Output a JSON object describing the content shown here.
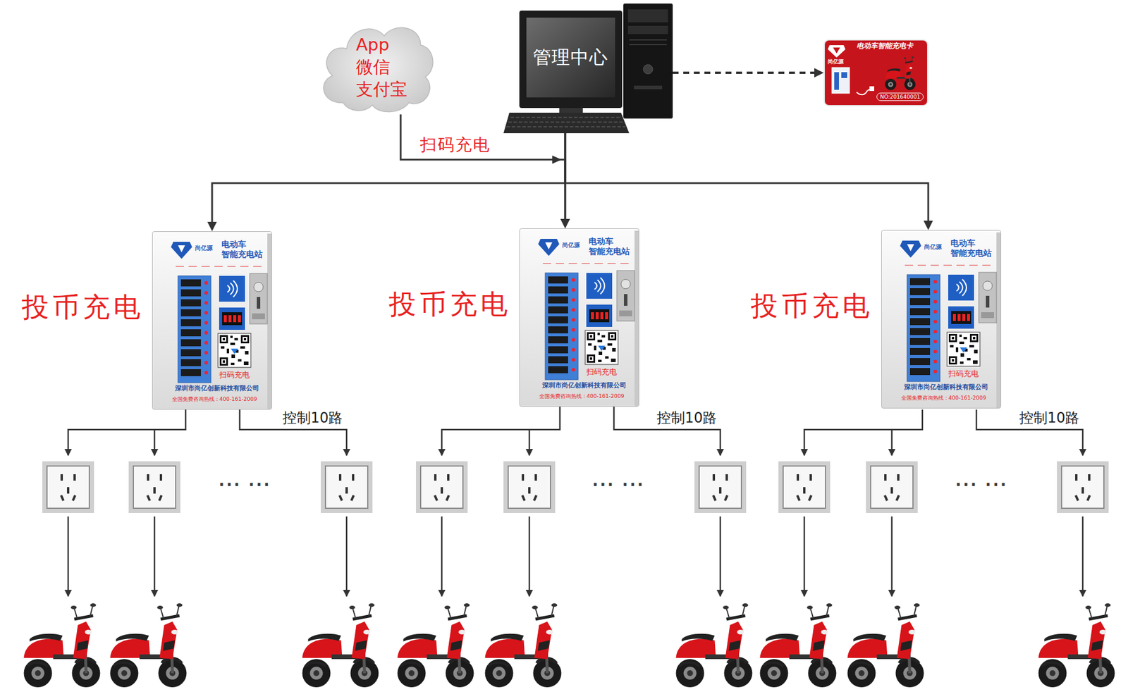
{
  "diagram": {
    "nodes": [
      {
        "text": [
          "App 微信 支付宝"
        ]
      },
      {
        "text": [
          "管理中心"
        ]
      },
      {
        "text": [
          "电动车智能充电卡",
          "尚亿源",
          "NO:201640001"
        ]
      },
      {
        "text": [
          "投币充电",
          "尚亿源",
          "电动车 智能充电站",
          "扫码充电",
          "深圳市尚亿创新科技有限公司",
          "全国免费咨询热线：400-161-2009"
        ]
      },
      {
        "text": [
          "投币充电",
          "尚亿源",
          "电动车 智能充电站",
          "扫码充电",
          "深圳市尚亿创新科技有限公司",
          "全国免费咨询热线：400-161-2009"
        ]
      },
      {
        "text": [
          "投币充电",
          "尚亿源",
          "电动车 智能充电站",
          "扫码充电",
          "深圳市尚亿创新科技有限公司",
          "全国免费咨询热线：400-161-2009"
        ]
      }
    ],
    "edges": [
      {
        "from": 1,
        "to": 2,
        "arrow": "to"
      },
      {
        "from": 1,
        "to": 3,
        "arrow": "to"
      },
      {
        "from": 1,
        "to": 4,
        "arrow": "to"
      },
      {
        "from": 1,
        "to": 5,
        "arrow": "to"
      },
      {
        "from": 0,
        "to": 4,
        "label": "扫码充电",
        "arrow": "to"
      }
    ],
    "labels": [
      "控制10路",
      "控制10路",
      "控制10路",
      "··· ···",
      "··· ···",
      "··· ···"
    ]
  }
}
